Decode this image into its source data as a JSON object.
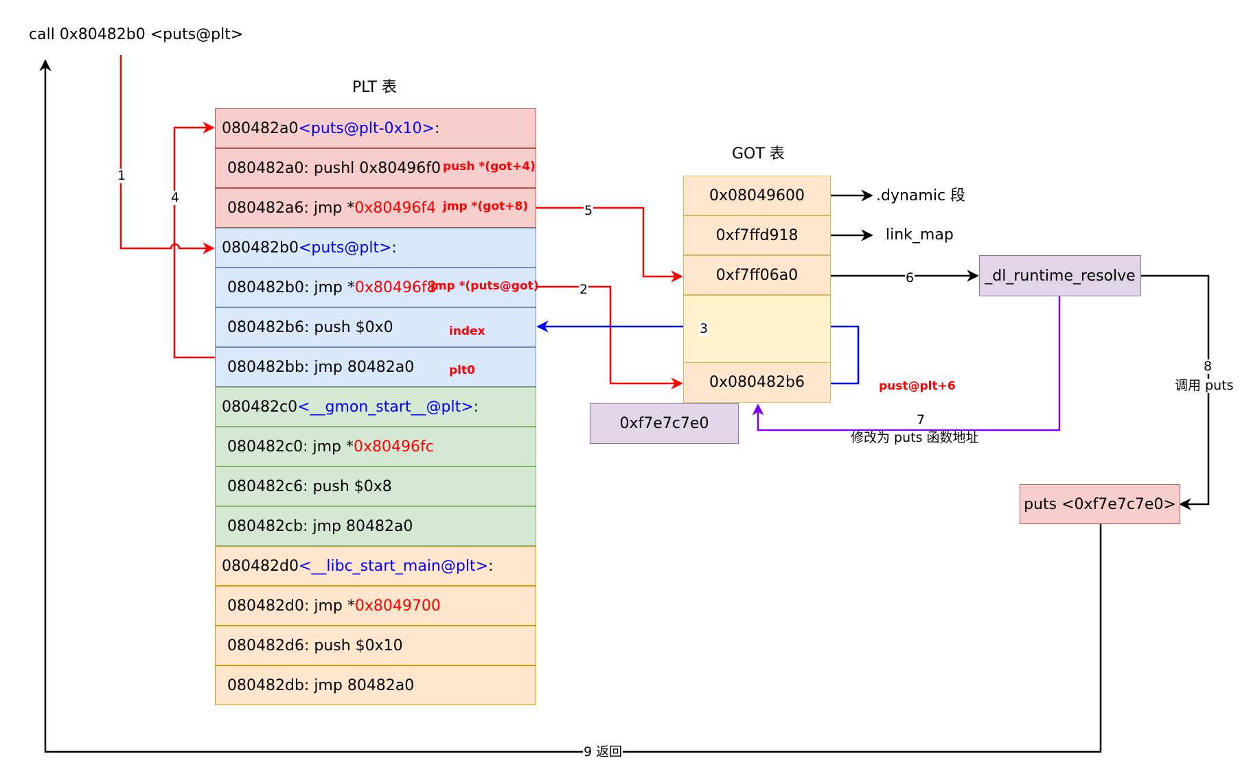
{
  "call_instruction": "call 0x80482b0 <puts@plt>",
  "plt_title": "PLT 表",
  "got_title": "GOT 表",
  "plt": {
    "plt0_header": {
      "prefix": "080482a0 ",
      "sym": "<puts@plt-0x10>",
      "suffix": ":"
    },
    "plt0_push": {
      "text": "080482a0: pushl 0x80496f0",
      "note": "push *(got+4)"
    },
    "plt0_jmp": {
      "prefix": "080482a6: jmp *",
      "addr": "0x80496f4",
      "note": "jmp *(got+8)"
    },
    "puts_header": {
      "prefix": "080482b0 ",
      "sym": "<puts@plt>",
      "suffix": ":"
    },
    "puts_jmp": {
      "prefix": "080482b0: jmp *",
      "addr": "0x80496f8",
      "note": "jmp *(puts@got)"
    },
    "puts_push": {
      "text": "080482b6: push $0x0",
      "note": "index"
    },
    "puts_jmp0": {
      "text": "080482bb: jmp 80482a0",
      "note": "plt0"
    },
    "gmon_header": {
      "prefix": "080482c0 ",
      "sym": "<__gmon_start__@plt>",
      "suffix": ":"
    },
    "gmon_jmp": {
      "prefix": "080482c0: jmp *",
      "addr": "0x80496fc"
    },
    "gmon_push": {
      "text": "080482c6: push $0x8"
    },
    "gmon_jmp0": {
      "text": "080482cb: jmp 80482a0"
    },
    "libc_header": {
      "prefix": "080482d0 ",
      "sym": "<__libc_start_main@plt>",
      "suffix": ":"
    },
    "libc_jmp": {
      "prefix": "080482d0: jmp *",
      "addr": "0x8049700"
    },
    "libc_push": {
      "text": "080482d6: push $0x10"
    },
    "libc_jmp0": {
      "text": "080482db: jmp 80482a0"
    }
  },
  "got": {
    "e0": "0x08049600",
    "e1": "0xf7ffd918",
    "e2": "0xf7ff06a0",
    "e4": "0x080482b6",
    "e4_note": "pust@plt+6"
  },
  "got_targets": {
    "dynamic": ".dynamic 段",
    "link_map": "link_map"
  },
  "resolver": "_dl_runtime_resolve",
  "puts_addr_box": "0xf7e7c7e0",
  "puts_target": "puts <0xf7e7c7e0>",
  "edges": {
    "e1": "1",
    "e2": "2",
    "e3": "3",
    "e4": "4",
    "e5": "5",
    "e6": "6",
    "e7_num": "7",
    "e7_text": "修改为 puts 函数地址",
    "e8_num": "8",
    "e8_text": "调用 puts",
    "e9": "9 返回"
  },
  "colors": {
    "red_arrow": "#ff0000",
    "blue_arrow": "#0000ff",
    "purple_arrow": "#7f00ff",
    "black_arrow": "#000000"
  }
}
